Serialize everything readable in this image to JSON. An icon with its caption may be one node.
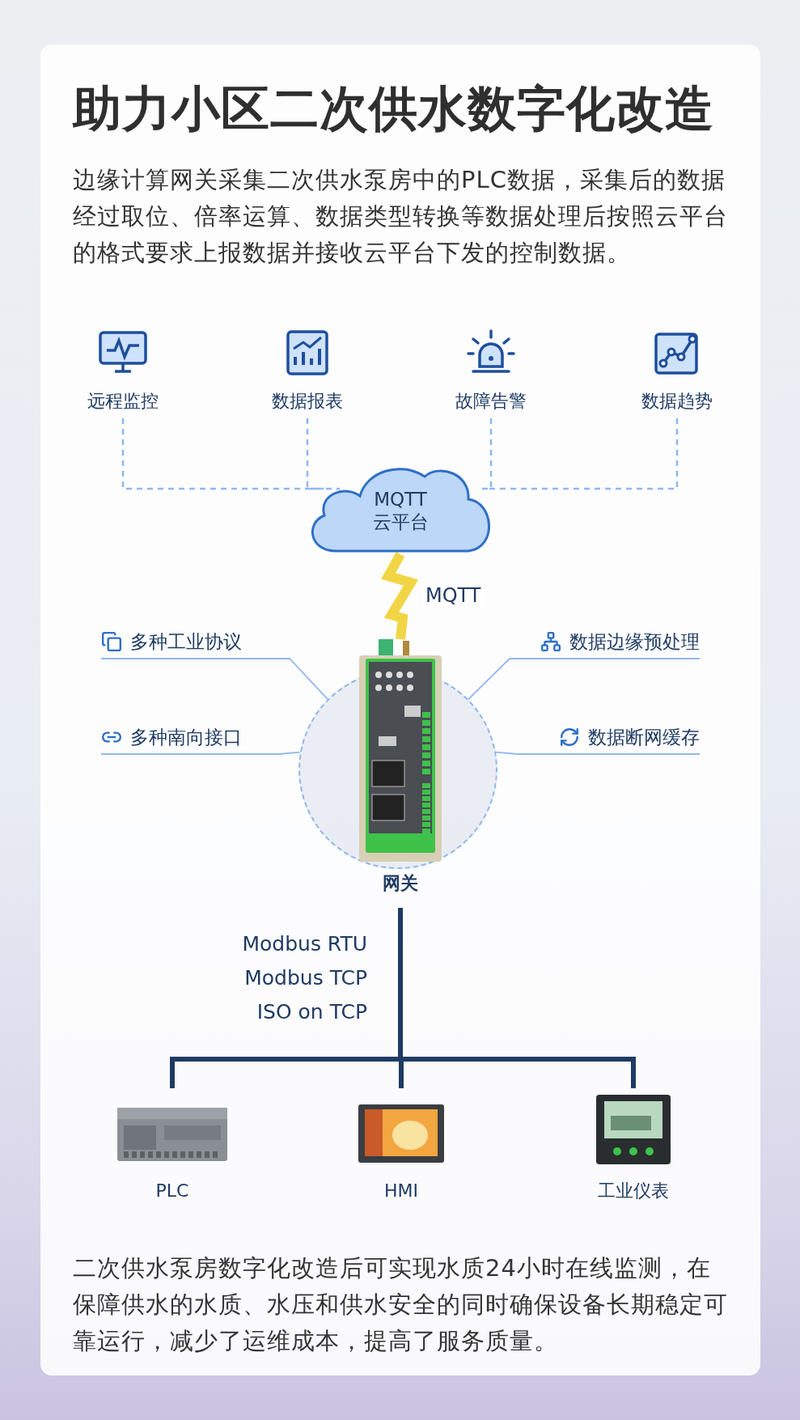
{
  "diagram": {
    "title": "助力小区二次供水数字化改造",
    "nodes": [
      {
        "text": [
          "远程监控"
        ]
      },
      {
        "text": [
          "数据报表"
        ]
      },
      {
        "text": [
          "故障告警"
        ]
      },
      {
        "text": [
          "数据趋势"
        ]
      },
      {
        "text": [
          "MQTT",
          "云平台"
        ]
      },
      {
        "text": [],
        "shape": "circle"
      },
      {
        "text": [],
        "shape": "picture",
        "beside": [
          "网关"
        ]
      },
      {
        "text": [
          "多种工业协议"
        ]
      },
      {
        "text": [
          "数据边缘预处理"
        ]
      },
      {
        "text": [
          "多种南向接口"
        ]
      },
      {
        "text": [
          "数据断网缓存"
        ]
      },
      {
        "text": [
          "PLC"
        ]
      },
      {
        "text": [
          "HMI"
        ]
      },
      {
        "text": [
          "工业仪表"
        ]
      }
    ],
    "edges": [
      {
        "from": 0,
        "to": 4,
        "arrow": "none",
        "style": "dashed"
      },
      {
        "from": 1,
        "to": 4,
        "arrow": "none",
        "style": "dashed"
      },
      {
        "from": 2,
        "to": 4,
        "arrow": "none",
        "style": "dashed"
      },
      {
        "from": 3,
        "to": 4,
        "arrow": "none",
        "style": "dashed"
      },
      {
        "from": 4,
        "to": 6,
        "arrow": "none",
        "style": "thick",
        "color": "#f2d544",
        "label": "MQTT"
      },
      {
        "from": 7,
        "to": 5,
        "arrow": "none"
      },
      {
        "from": 8,
        "to": 5,
        "arrow": "none"
      },
      {
        "from": 9,
        "to": 5,
        "arrow": "none"
      },
      {
        "from": 10,
        "to": 5,
        "arrow": "none"
      },
      {
        "from": 6,
        "to": 11,
        "arrow": "none",
        "style": "thick",
        "color": "#1f3b63"
      },
      {
        "from": 6,
        "to": 12,
        "arrow": "none",
        "style": "thick",
        "color": "#1f3b63"
      },
      {
        "from": 6,
        "to": 13,
        "arrow": "none",
        "style": "thick",
        "color": "#1f3b63"
      }
    ],
    "labels": [
      "边缘计算网关采集二次供水泵房中的PLC数据，采集后的数据经过取位、倍率运算、数据类型转换等数据处理后按照云平台的格式要求上报数据并接收云平台下发的控制数据。",
      "Modbus RTU",
      "Modbus TCP",
      "ISO on TCP",
      "二次供水泵房数字化改造后可实现水质24小时在线监测，在保障供水的水质、水压和供水安全的同时确保设备长期稳定可靠运行，减少了运维成本，提高了服务质量。"
    ]
  }
}
